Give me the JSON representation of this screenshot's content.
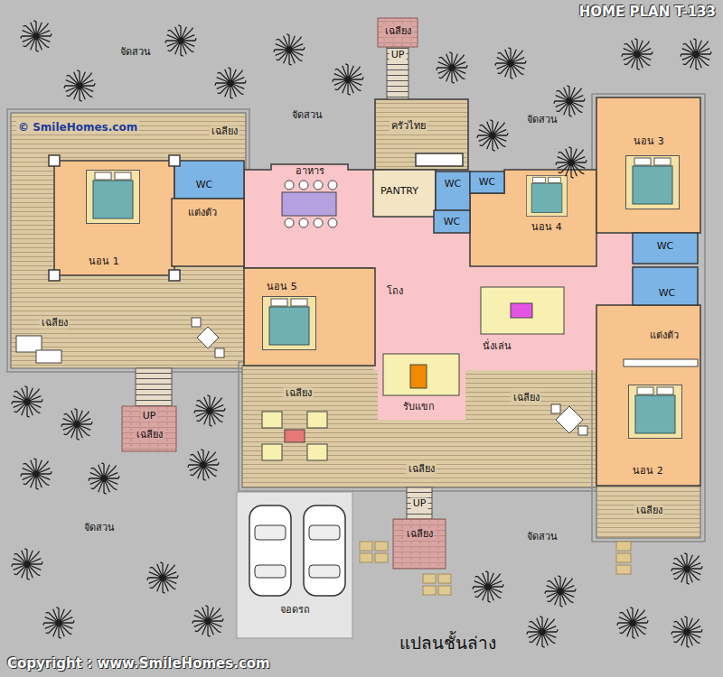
{
  "diagram": {
    "title": "HOME PLAN T-133",
    "caption": "แปลนชั้นล่าง",
    "nodes": [
      {
        "text": [
          "เฉลียง",
          "UP"
        ]
      },
      {
        "text": [
          "ครัวไทย"
        ]
      },
      {
        "text": [
          "เฉลียง",
          "เฉลียง"
        ]
      },
      {
        "text": [
          "นอน 1"
        ],
        "in": 2
      },
      {
        "text": [
          "WC"
        ],
        "in": 2
      },
      {
        "text": [
          "แต่งตัว"
        ],
        "in": 2
      },
      {
        "text": [
          "อาหาร"
        ]
      },
      {
        "text": [
          "PANTRY"
        ]
      },
      {
        "text": [
          "WC"
        ]
      },
      {
        "text": [
          "WC"
        ]
      },
      {
        "text": [
          "WC"
        ]
      },
      {
        "text": [
          "นอน 4"
        ]
      },
      {
        "text": [
          "นอน 3"
        ]
      },
      {
        "text": [
          "WC"
        ]
      },
      {
        "text": [
          "โถง"
        ]
      },
      {
        "text": [
          "WC"
        ]
      },
      {
        "text": [
          "นอน 5"
        ]
      },
      {
        "text": [
          "นั่งเล่น"
        ]
      },
      {
        "text": [
          "นอน 2"
        ]
      },
      {
        "text": [
          "แต่งตัว"
        ],
        "in": 18
      },
      {
        "text": [
          "รับแขก"
        ]
      },
      {
        "text": [
          "UP",
          "เฉลียง"
        ]
      },
      {
        "text": [
          "เฉลียง",
          "เฉลียง",
          "เฉลียง"
        ]
      },
      {
        "text": [
          "เฉลียง"
        ]
      },
      {
        "text": [
          "UP",
          "เฉลียง"
        ]
      },
      {
        "text": [
          "จอดรถ"
        ]
      }
    ],
    "labels": [
      "© SmileHomes.com",
      "จัดสวน",
      "จัดสวน",
      "จัดสวน",
      "จัดสวน",
      "จัดสวน",
      "Copyright : www.SmileHomes.com"
    ]
  }
}
